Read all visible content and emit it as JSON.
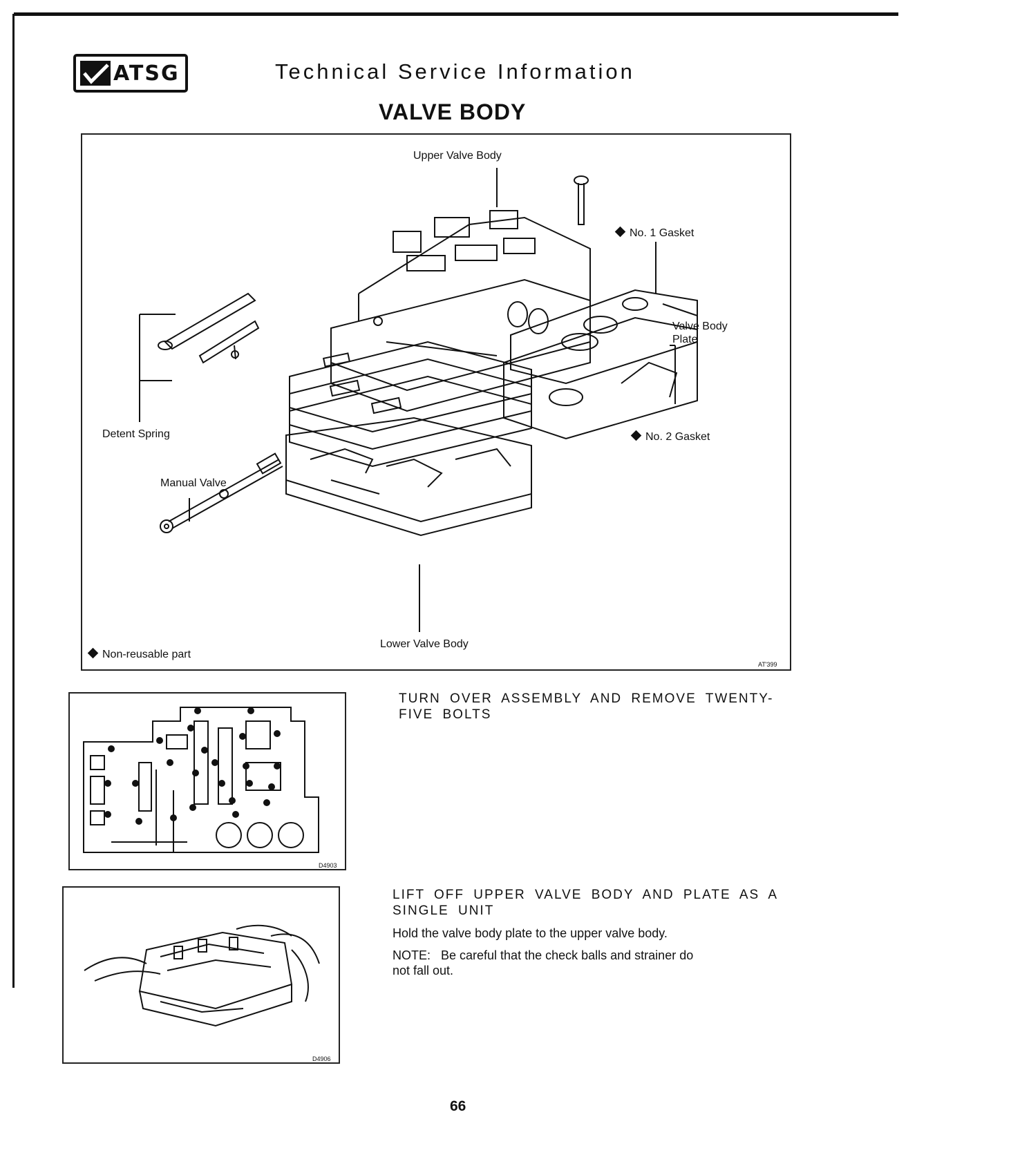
{
  "header": {
    "logo_text": "ATSG",
    "title": "Technical Service Information"
  },
  "section_title": "VALVE BODY",
  "main_figure": {
    "labels": {
      "upper_valve_body": "Upper Valve Body",
      "no1_gasket": "No. 1 Gasket",
      "valve_body_plate_line1": "Valve Body",
      "valve_body_plate_line2": "Plate",
      "detent_spring": "Detent Spring",
      "no2_gasket": "No. 2 Gasket",
      "manual_valve": "Manual Valve",
      "lower_valve_body": "Lower Valve Body",
      "non_reusable": "Non-reusable part"
    },
    "code": "AT'399"
  },
  "figure_bolts": {
    "code": "D4903"
  },
  "figure_lift": {
    "code": "D4906"
  },
  "steps": [
    {
      "heading_line1": "TURN OVER ASSEMBLY AND REMOVE TWENTY-",
      "heading_line2": "FIVE BOLTS"
    },
    {
      "heading_line1": "LIFT OFF UPPER VALVE BODY AND PLATE AS A",
      "heading_line2": "SINGLE UNIT",
      "body": "Hold the valve body plate to the upper valve body.",
      "note_line1": "NOTE:   Be careful that the check balls and strainer do",
      "note_line2": "not fall out."
    }
  ],
  "page_number": "66"
}
